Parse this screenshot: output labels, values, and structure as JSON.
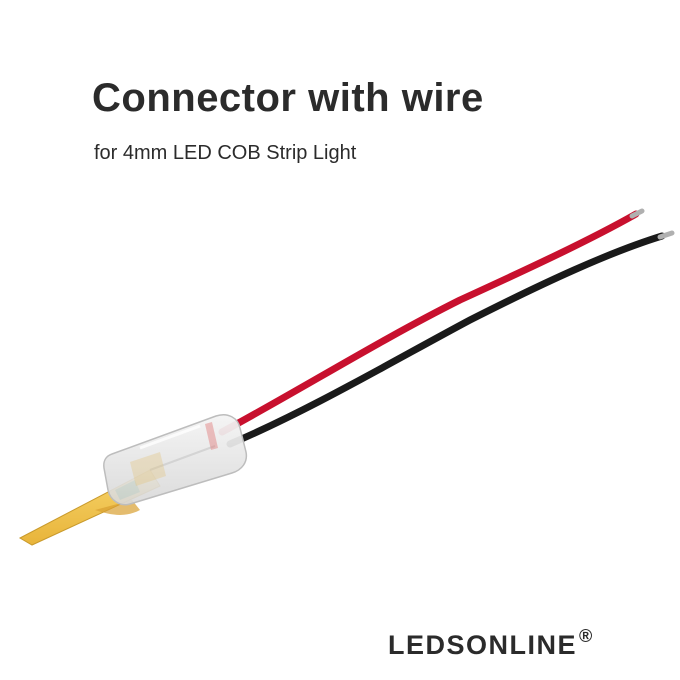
{
  "header": {
    "title": "Connector with wire",
    "subtitle": "for 4mm LED COB Strip Light"
  },
  "brand": {
    "name": "LEDSONLINE",
    "mark": "®"
  },
  "colors": {
    "text": "#2b2b2b",
    "wire_red": "#c8102e",
    "wire_black": "#1a1a1a",
    "strip_yellow": "#f2c84b",
    "pcb_green": "#3c8a3a"
  }
}
